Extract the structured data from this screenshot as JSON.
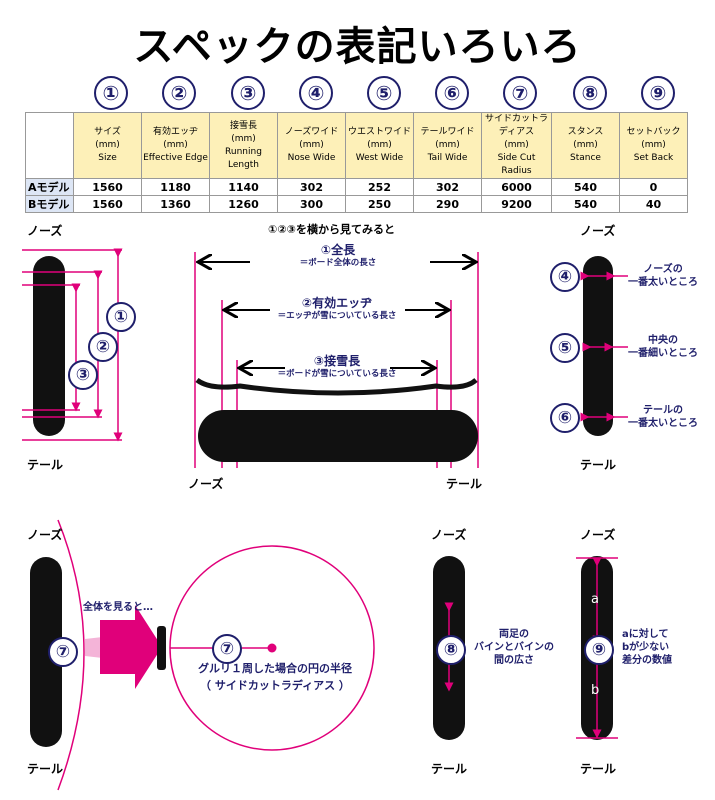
{
  "title": "スペックの表記いろいろ",
  "numbers": [
    "①",
    "②",
    "③",
    "④",
    "⑤",
    "⑥",
    "⑦",
    "⑧",
    "⑨"
  ],
  "table": {
    "headers": [
      {
        "jp": "サイズ",
        "unit": "(mm)",
        "en": "Size"
      },
      {
        "jp": "有効エッヂ",
        "unit": "(mm)",
        "en": "Effective Edge"
      },
      {
        "jp": "接雪長",
        "unit": "(mm)",
        "en": "Running Length"
      },
      {
        "jp": "ノーズワイド",
        "unit": "(mm)",
        "en": "Nose Wide"
      },
      {
        "jp": "ウエストワイド",
        "unit": "(mm)",
        "en": "West Wide"
      },
      {
        "jp": "テールワイド",
        "unit": "(mm)",
        "en": "Tail Wide"
      },
      {
        "jp": "サイドカットラディアス",
        "unit": "(mm)",
        "en": "Side Cut Radius"
      },
      {
        "jp": "スタンス",
        "unit": "(mm)",
        "en": "Stance"
      },
      {
        "jp": "セットバック",
        "unit": "(mm)",
        "en": "Set Back"
      }
    ],
    "rows": [
      {
        "label": "Aモデル",
        "values": [
          "1560",
          "1180",
          "1140",
          "302",
          "252",
          "302",
          "6000",
          "540",
          "0"
        ]
      },
      {
        "label": "Bモデル",
        "values": [
          "1560",
          "1360",
          "1260",
          "300",
          "250",
          "290",
          "9200",
          "540",
          "40"
        ]
      }
    ]
  },
  "labels": {
    "nose": "ノーズ",
    "tail": "テール"
  },
  "side_view": {
    "heading": "①②③を横から見てみると",
    "full": {
      "num": "①全長",
      "desc": "＝ボード全体の長さ"
    },
    "edge": {
      "num": "②有効エッヂ",
      "desc": "＝エッヂが雪についている長さ"
    },
    "running": {
      "num": "③接雪長",
      "desc": "＝ボードが雪についている長さ"
    }
  },
  "widths": {
    "nose": [
      "ノーズの",
      "一番太いところ"
    ],
    "center": [
      "中央の",
      "一番細いところ"
    ],
    "tail": [
      "テールの",
      "一番太いところ"
    ]
  },
  "radius": {
    "look": "全体を見ると…",
    "desc": "グルリ１周した場合の円の半径",
    "paren": "（ サイドカットラディアス ）"
  },
  "stance": {
    "lines": [
      "両足の",
      "バインとバインの",
      "間の広さ"
    ]
  },
  "setback": {
    "a": "a",
    "b": "b",
    "lines": [
      "aに対して",
      "bが少ない",
      "差分の数値"
    ]
  },
  "colors": {
    "accent": "#e0007a",
    "navy": "#1f1f6b",
    "header_bg": "#fdf0b8",
    "row_bg": "#dde6f5"
  }
}
